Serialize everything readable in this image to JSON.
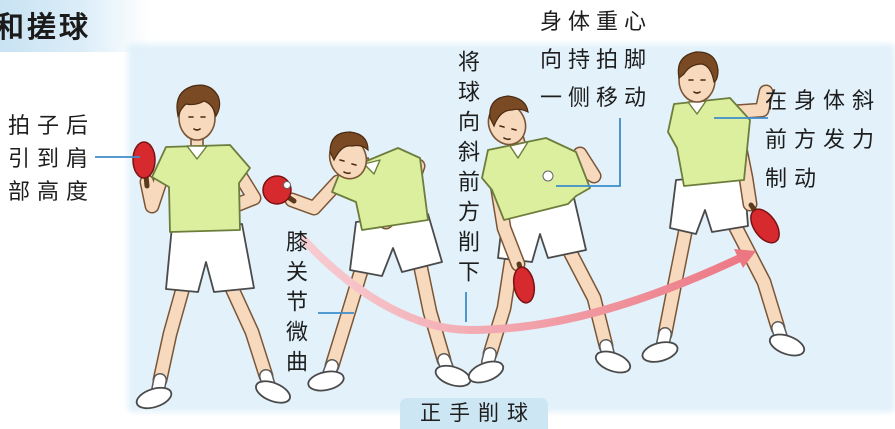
{
  "header": {
    "title": "和搓球"
  },
  "figure_caption": "正手削球",
  "labels": {
    "racket_back": {
      "lines": [
        "拍子后",
        "引到肩",
        "部高度"
      ]
    },
    "knee_bend": {
      "text": "膝关节微曲"
    },
    "chop_down": {
      "text": "将球向斜前方削下"
    },
    "weight_shift": {
      "lines": [
        "身体重心",
        "向持拍脚",
        "一侧移动"
      ]
    },
    "brake": {
      "lines": [
        "在身体斜",
        "前方发力",
        "制动"
      ]
    }
  },
  "colors": {
    "panel": "#e2f1fa",
    "shirt": "#dcef9f",
    "paddle": "#d62a2e",
    "arrow": "#ec7682",
    "connector": "#3c8dcc",
    "caption_bg": "#cde6f4",
    "title_band": "#c8e3f3"
  }
}
